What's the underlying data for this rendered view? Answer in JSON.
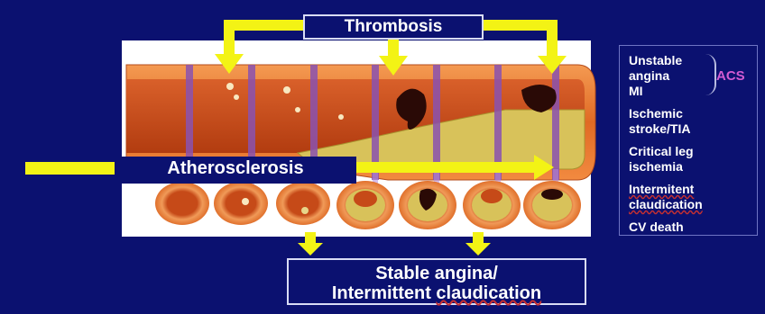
{
  "labels": {
    "thrombosis": "Thrombosis",
    "atherosclerosis": "Atherosclerosis",
    "stable_line1": "Stable angina/",
    "stable_line2_a": "Intermittent ",
    "stable_line2_b": "claudication"
  },
  "outcomes": {
    "acs_group": [
      "Unstable",
      "angina",
      "MI"
    ],
    "acs_label": "ACS",
    "items": [
      {
        "lines": [
          "Ischemic",
          "stroke/TIA"
        ]
      },
      {
        "lines": [
          "Critical leg",
          "ischemia"
        ]
      },
      {
        "lines": [
          "Intermitent",
          "claudication"
        ]
      },
      {
        "lines": [
          "CV death"
        ]
      }
    ]
  },
  "colors": {
    "background": "#0b1170",
    "arrow": "#f3f315",
    "vessel_wall": "#e8742c",
    "lumen": "#c44a14",
    "plaque": "#d8c25a",
    "thrombus": "#2a0a06",
    "acs_text": "#d25bd2"
  }
}
